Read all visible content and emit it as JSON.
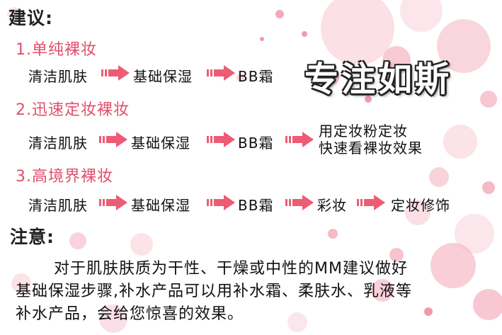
{
  "heading_suggestion": "建议:",
  "brand": "专注如斯",
  "sections": [
    {
      "title": "1.单纯裸妆",
      "steps": [
        "清洁肌肤",
        "基础保湿",
        "BB霜"
      ]
    },
    {
      "title": "2.迅速定妆裸妆",
      "steps": [
        "清洁肌肤",
        "基础保湿",
        "BB霜"
      ],
      "extra": [
        "用定妆粉定妆",
        "快速看裸妆效果"
      ]
    },
    {
      "title": "3.高境界裸妆",
      "steps": [
        "清洁肌肤",
        "基础保湿",
        "BB霜",
        "彩妆",
        "定妆修饰"
      ]
    }
  ],
  "heading_notice": "注意:",
  "notice_lines": [
    "对于肌肤肤质为干性、干燥或中性的MM建议做好",
    "基础保湿步骤,补水产品可以用补水霜、柔肤水、乳液等",
    "补水产品，会给您惊喜的效果。"
  ],
  "colors": {
    "accent": "#e0506a",
    "arrow": "#ec5c74",
    "bubble": "#f4a9b8"
  }
}
